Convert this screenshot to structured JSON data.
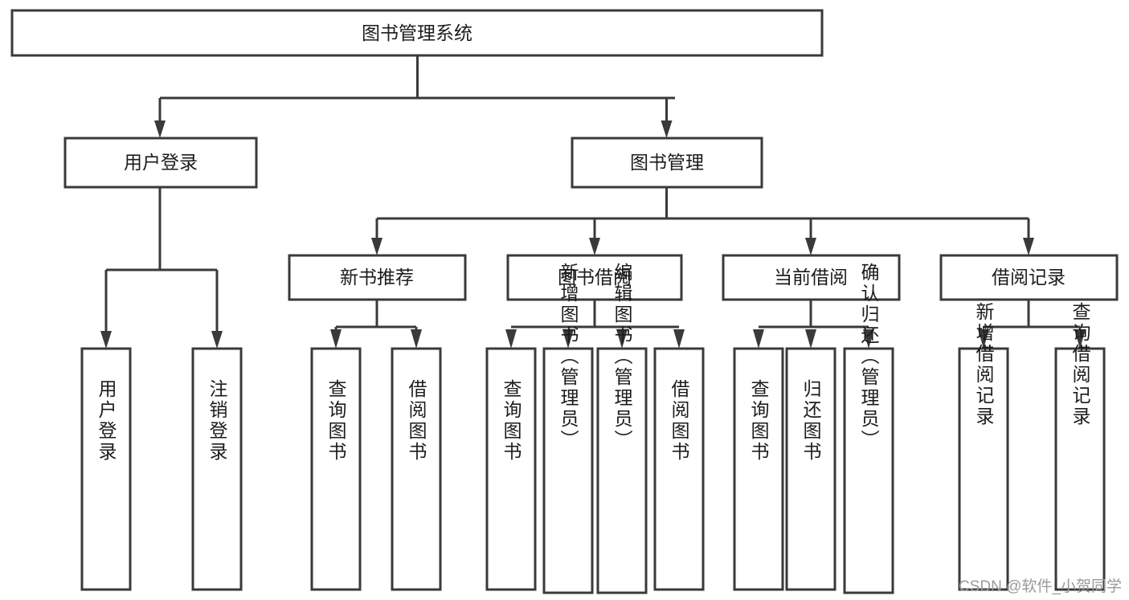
{
  "diagram": {
    "title": "图书管理系统",
    "type": "hierarchy-tree",
    "root": {
      "id": "root",
      "label": "图书管理系统"
    },
    "level2": [
      {
        "id": "user-login",
        "label": "用户登录"
      },
      {
        "id": "book-management",
        "label": "图书管理"
      }
    ],
    "level3": [
      {
        "id": "new-book-recommend",
        "label": "新书推荐",
        "parent": "book-management"
      },
      {
        "id": "book-borrow",
        "label": "图书借阅",
        "parent": "book-management"
      },
      {
        "id": "current-borrow",
        "label": "当前借阅",
        "parent": "book-management"
      },
      {
        "id": "borrow-record",
        "label": "借阅记录",
        "parent": "book-management"
      }
    ],
    "leaves": {
      "user-login": [
        {
          "id": "leaf-user-login",
          "label": "用户登录"
        },
        {
          "id": "leaf-user-logout",
          "label": "注销登录"
        }
      ],
      "new-book-recommend": [
        {
          "id": "leaf-query-book-1",
          "label": "查询图书"
        },
        {
          "id": "leaf-borrow-book-1",
          "label": "借阅图书"
        }
      ],
      "book-borrow": [
        {
          "id": "leaf-query-book-2",
          "label": "查询图书"
        },
        {
          "id": "leaf-add-book",
          "label": "新增图书（管理员）"
        },
        {
          "id": "leaf-edit-book",
          "label": "编辑图书（管理员）"
        },
        {
          "id": "leaf-borrow-book-2",
          "label": "借阅图书"
        }
      ],
      "current-borrow": [
        {
          "id": "leaf-query-book-3",
          "label": "查询图书"
        },
        {
          "id": "leaf-return-book",
          "label": "归还图书"
        },
        {
          "id": "leaf-confirm-return",
          "label": "确认归还（管理员）"
        }
      ],
      "borrow-record": [
        {
          "id": "leaf-add-record",
          "label": "新增借阅记录"
        },
        {
          "id": "leaf-query-record",
          "label": "查询借阅记录"
        }
      ]
    },
    "colors": {
      "box_stroke": "#3a3a3a",
      "box_fill": "#ffffff",
      "text": "#1c1c1c",
      "connector": "#3a3a3a",
      "watermark": "#9a9a9a",
      "background": "#ffffff"
    }
  },
  "watermark": {
    "text": "CSDN @软件_小贺同学"
  }
}
